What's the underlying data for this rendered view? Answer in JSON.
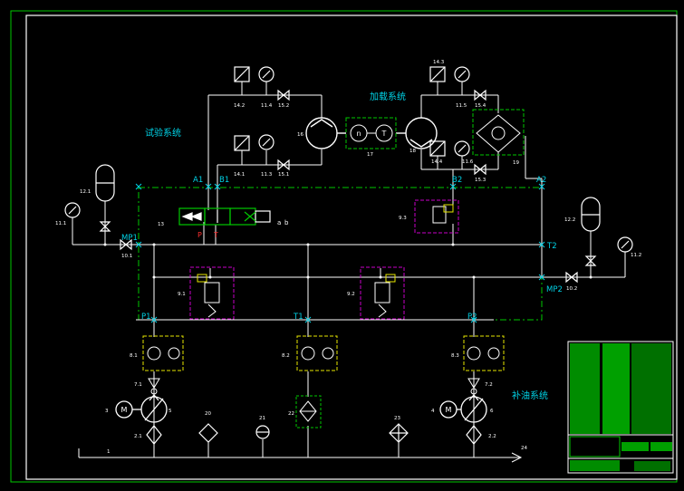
{
  "labels": {
    "test_system": "试验系统",
    "load_system": "加载系统",
    "makeup_system": "补油系统",
    "A1": "A1",
    "B1": "B1",
    "B2": "B2",
    "A2": "A2",
    "MP1": "MP1",
    "MP2": "MP2",
    "T1": "T1",
    "T2": "T2",
    "P1": "P1",
    "P2": "P2",
    "v_a": "a",
    "v_b": "b",
    "v_P": "P",
    "v_T": "T"
  },
  "components": {
    "c1": "1",
    "c2_1": "2.1",
    "c2_2": "2.2",
    "c3": "3",
    "c4": "4",
    "c5": "5",
    "c6": "6",
    "c7_1": "7.1",
    "c7_2": "7.2",
    "c8_1": "8.1",
    "c8_2": "8.2",
    "c8_3": "8.3",
    "c9_1": "9.1",
    "c9_2": "9.2",
    "c9_3": "9.3",
    "c10_1": "10.1",
    "c10_2": "10.2",
    "c11_1": "11.1",
    "c11_2": "11.2",
    "c11_3": "11.3",
    "c11_4": "11.4",
    "c11_5": "11.5",
    "c11_6": "11.6",
    "c12_1": "12.1",
    "c12_2": "12.2",
    "c13": "13",
    "c14_1": "14.1",
    "c14_2": "14.2",
    "c14_3": "14.3",
    "c14_4": "14.4",
    "c15_1": "15.1",
    "c15_2": "15.2",
    "c15_3": "15.3",
    "c15_4": "15.4",
    "c16": "16",
    "c17": "17",
    "c18": "18",
    "c19": "19",
    "c20": "20",
    "c21": "21",
    "c22": "22",
    "c23": "23",
    "c24": "24"
  },
  "symbols": {
    "motor": "M",
    "speed": "n",
    "torque": "T"
  },
  "colors": {
    "line": "#ffffff",
    "label": "#00d2e6",
    "frame": "#00c800",
    "dashdot": "#00c800",
    "valve_box": "#c800c8",
    "filter_box": "#e6e600",
    "port_mark": "#ff3030",
    "titleblock": "#00c800"
  }
}
